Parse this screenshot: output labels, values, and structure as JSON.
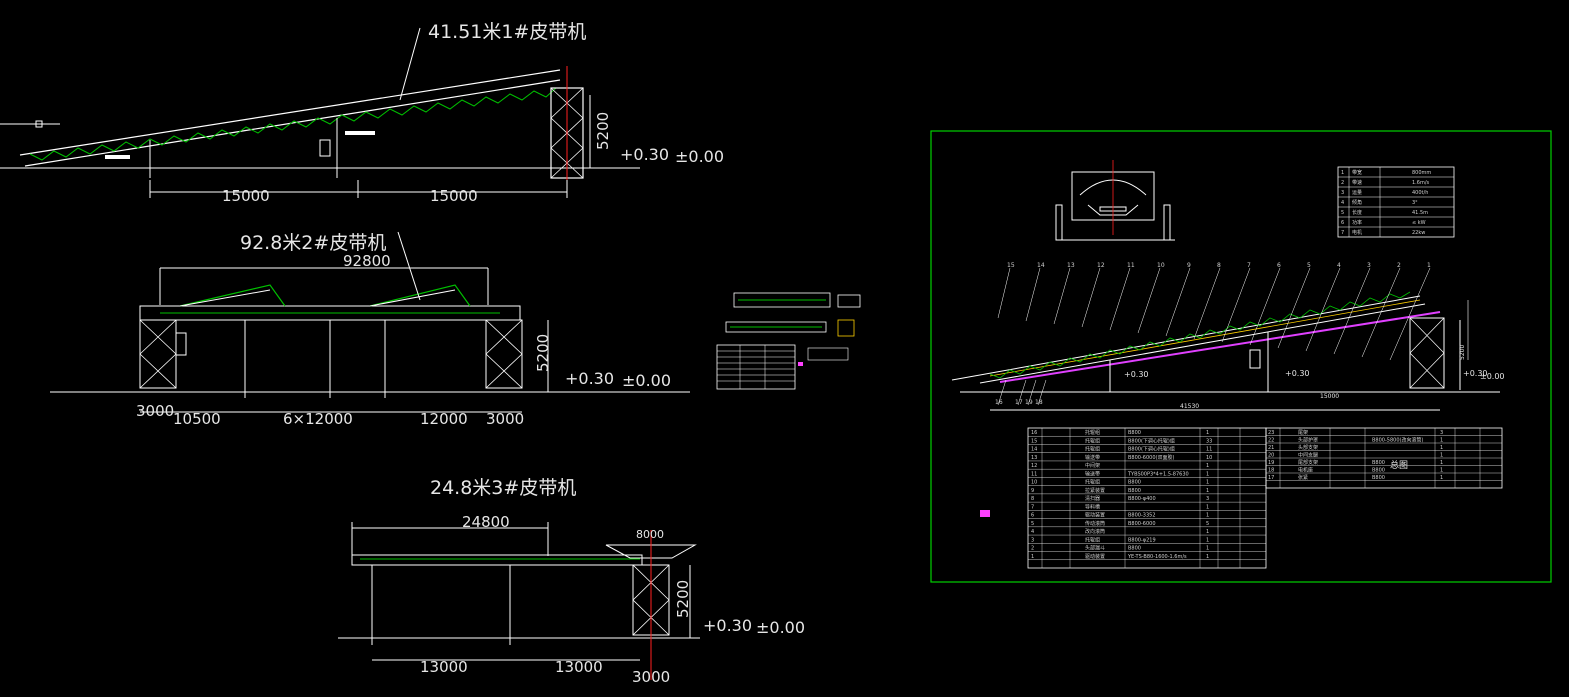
{
  "conveyor1": {
    "title": "41.51米1#皮带机",
    "height_dim": "5200",
    "elev_top": "+0.30",
    "elev_ground": "±0.00",
    "spans": [
      "15000",
      "15000"
    ]
  },
  "conveyor2": {
    "title": "92.8米2#皮带机",
    "overall_dim": "92800",
    "height_dim": "5200",
    "elev_top": "+0.30",
    "elev_ground": "±0.00",
    "spans": [
      "3000",
      "10500",
      "6×12000",
      "12000",
      "3000"
    ]
  },
  "conveyor3": {
    "title": "24.8米3#皮带机",
    "overall_dim": "24800",
    "head_dim": "8000",
    "height_dim": "5200",
    "elev_top": "+0.30",
    "elev_ground": "±0.00",
    "spans": [
      "13000",
      "13000",
      "3000"
    ]
  },
  "sheet": {
    "elev_top": "+0.30",
    "elev_ground": "±0.00",
    "height_dim": "5200",
    "overall_dim": "41530",
    "sub_dim": "15000",
    "center_title": "总图",
    "callouts": [
      "1",
      "2",
      "3",
      "4",
      "5",
      "6",
      "7",
      "8",
      "9",
      "10",
      "11",
      "12",
      "13",
      "14",
      "15",
      "16",
      "17",
      "18",
      "19"
    ],
    "params": [
      {
        "no": "1",
        "name": "带宽",
        "value": "800mm"
      },
      {
        "no": "2",
        "name": "带速",
        "value": "1.6m/s"
      },
      {
        "no": "3",
        "name": "运量",
        "value": "400t/h"
      },
      {
        "no": "4",
        "name": "倾角",
        "value": "3°"
      },
      {
        "no": "5",
        "name": "长度",
        "value": "41.5m"
      },
      {
        "no": "6",
        "name": "功率",
        "value": "≤ kW"
      },
      {
        "no": "7",
        "name": "电机",
        "value": "22kw"
      }
    ],
    "bom_left": [
      {
        "no": "16",
        "name": "托辊组",
        "spec": "B800",
        "qty": "1"
      },
      {
        "no": "15",
        "name": "托辊组",
        "spec": "B800(下调心托辊)组",
        "qty": "33"
      },
      {
        "no": "14",
        "name": "托辊组",
        "spec": "B800(下调心托辊)组",
        "qty": "11"
      },
      {
        "no": "13",
        "name": "输送带",
        "spec": "B800-6000(双面胶)",
        "qty": "10"
      },
      {
        "no": "12",
        "name": "中间架",
        "spec": "",
        "qty": "1"
      },
      {
        "no": "11",
        "name": "输送带",
        "spec": "TYBS00P3*4+1.5-87630",
        "qty": "1"
      },
      {
        "no": "10",
        "name": "托辊组",
        "spec": "B800",
        "qty": "1"
      },
      {
        "no": "9",
        "name": "拉紧装置",
        "spec": "B800",
        "qty": "1"
      },
      {
        "no": "8",
        "name": "清扫器",
        "spec": "B800-φ400",
        "qty": "3"
      },
      {
        "no": "7",
        "name": "导料槽",
        "spec": "",
        "qty": "1"
      },
      {
        "no": "6",
        "name": "驱动装置",
        "spec": "B800-3352",
        "qty": "1"
      },
      {
        "no": "5",
        "name": "传动滚筒",
        "spec": "B800-6000",
        "qty": "5"
      },
      {
        "no": "4",
        "name": "改向滚筒",
        "spec": "",
        "qty": "1"
      },
      {
        "no": "3",
        "name": "托辊组",
        "spec": "B800-φ219",
        "qty": "1"
      },
      {
        "no": "2",
        "name": "头部漏斗",
        "spec": "B800",
        "qty": "1"
      },
      {
        "no": "1",
        "name": "驱动装置",
        "spec": "YE-TS-B80-1600-1.6m/s",
        "qty": "1"
      }
    ],
    "bom_right": [
      {
        "no": "23",
        "name": "尾架",
        "spec": "",
        "qty": "3"
      },
      {
        "no": "22",
        "name": "头部护罩",
        "spec": "B800-5800(改向滚筒)",
        "qty": "1"
      },
      {
        "no": "21",
        "name": "头部支架",
        "spec": "",
        "qty": "1"
      },
      {
        "no": "20",
        "name": "中间支腿",
        "spec": "",
        "qty": "1"
      },
      {
        "no": "19",
        "name": "尾部支架",
        "spec": "B800",
        "qty": "1"
      },
      {
        "no": "18",
        "name": "电机座",
        "spec": "B800",
        "qty": "1"
      },
      {
        "no": "17",
        "name": "张紧",
        "spec": "B800",
        "qty": "1"
      }
    ]
  },
  "colors": {
    "background": "#000000",
    "lines": "#ffffff",
    "truss": "#00c000",
    "structure": "#e040ff",
    "centerline": "#ff2020",
    "frame": "#00d000"
  }
}
